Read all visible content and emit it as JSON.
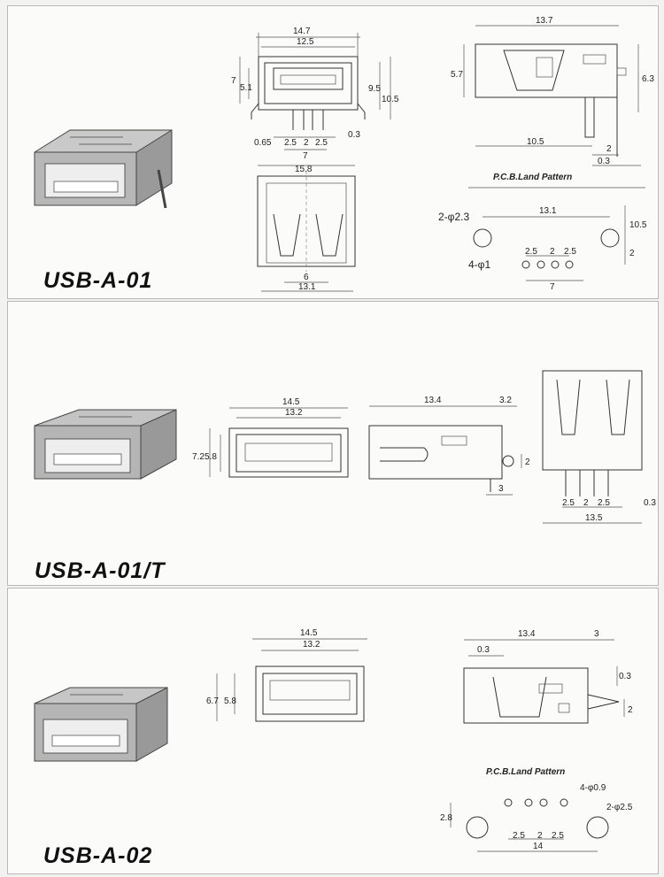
{
  "sections": [
    {
      "model": "USB-A-01",
      "pcb_title": "P.C.B.Land Pattern",
      "front": {
        "top_width": "14.7",
        "inner_width": "12.5",
        "h_left_outer": "7",
        "h_left_inner": "5.1",
        "h_right_inner": "9.5",
        "h_right_outer": "10.5",
        "pin_offset": "0.65",
        "pin_p1": "2.5",
        "pin_p2": "2",
        "pin_p3": "2.5",
        "pin_total": "7",
        "lead": "0.3"
      },
      "side": {
        "length": "13.7",
        "height_left": "5.7",
        "height_right": "6.3",
        "base": "10.5",
        "pin_w": "2",
        "pin_t": "0.3"
      },
      "bottom": {
        "width": "15.8",
        "slot": "6",
        "base": "13.1"
      },
      "pcb": {
        "hole_large": "2-φ2.3",
        "hole_small": "4-φ1",
        "span": "13.1",
        "height": "10.5",
        "offset": "2",
        "p1": "2.5",
        "p2": "2",
        "p3": "2.5",
        "total": "7"
      }
    },
    {
      "model": "USB-A-01/T",
      "front": {
        "outer_width": "14.5",
        "inner_width": "13.2",
        "h_outer": "7.2",
        "h_inner": "5.8"
      },
      "side": {
        "length": "13.4",
        "tab": "3.2",
        "tab_h": "2",
        "pin": "3"
      },
      "back": {
        "p1": "2.5",
        "p2": "2",
        "p3": "2.5",
        "edge": "0.3",
        "width": "13.5"
      }
    },
    {
      "model": "USB-A-02",
      "pcb_title": "P.C.B.Land Pattern",
      "front": {
        "outer_width": "14.5",
        "inner_width": "13.2",
        "h_outer": "6.7",
        "h_inner": "5.8"
      },
      "side": {
        "length": "13.4",
        "tab": "3",
        "offset_left": "0.3",
        "offset_right": "0.3",
        "tab_h": "2"
      },
      "pcb": {
        "hole_small": "4-φ0.9",
        "hole_large": "2-φ2.5",
        "height": "2.8",
        "p1": "2.5",
        "p2": "2",
        "p3": "2.5",
        "span": "14"
      }
    }
  ]
}
